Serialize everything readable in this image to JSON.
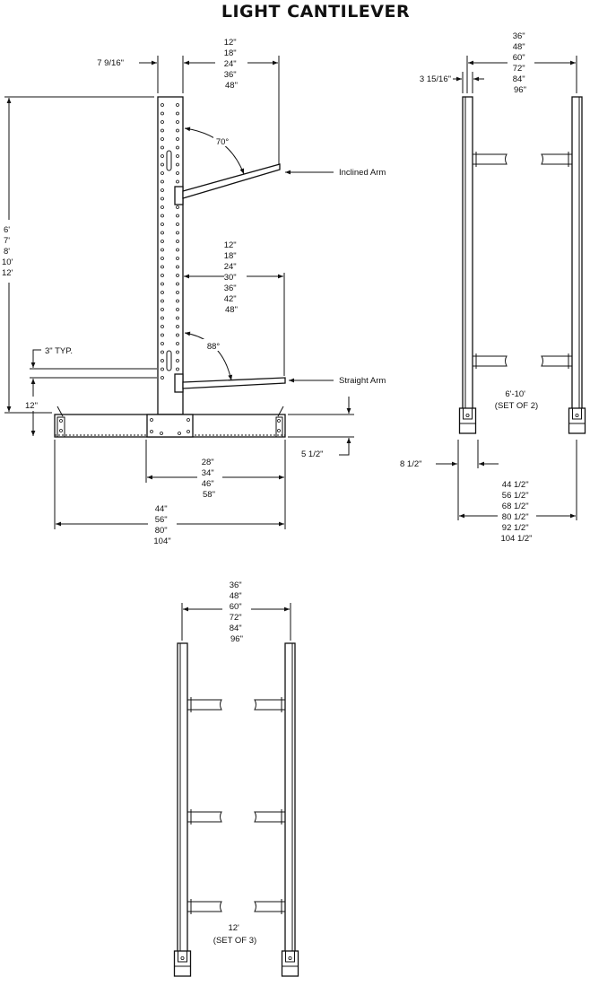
{
  "title": "LIGHT CANTILEVER",
  "side_view": {
    "column_width": "7 9/16\"",
    "inclined_arm_lengths": [
      "12\"",
      "18\"",
      "24\"",
      "36\"",
      "48\""
    ],
    "inclined_angle": "70°",
    "inclined_arm_label": "Inclined Arm",
    "heights": [
      "6'",
      "7'",
      "8'",
      "10'",
      "12'"
    ],
    "straight_arm_lengths": [
      "12\"",
      "18\"",
      "24\"",
      "30\"",
      "36\"",
      "42\"",
      "48\""
    ],
    "straight_angle": "88°",
    "straight_arm_label": "Straight Arm",
    "hole_spacing": "3\" TYP.",
    "base_clearance": "12\"",
    "base_height": "5 1/2\"",
    "inner_base_lengths": [
      "28\"",
      "34\"",
      "46\"",
      "58\""
    ],
    "base_lengths": [
      "44\"",
      "56\"",
      "80\"",
      "104\""
    ]
  },
  "front_view_2": {
    "spacings": [
      "36\"",
      "48\"",
      "60\"",
      "72\"",
      "84\"",
      "96\""
    ],
    "upright_depth": "3 15/16\"",
    "caption": [
      "6'-10'",
      "(SET OF 2)"
    ],
    "foot_width": "8 1/2\"",
    "overall_lengths": [
      "44 1/2\"",
      "56 1/2\"",
      "68 1/2\"",
      "80 1/2\"",
      "92 1/2\"",
      "104 1/2\""
    ]
  },
  "front_view_3": {
    "spacings": [
      "36\"",
      "48\"",
      "60\"",
      "72\"",
      "84\"",
      "96\""
    ],
    "caption": [
      "12'",
      "(SET OF 3)"
    ]
  }
}
